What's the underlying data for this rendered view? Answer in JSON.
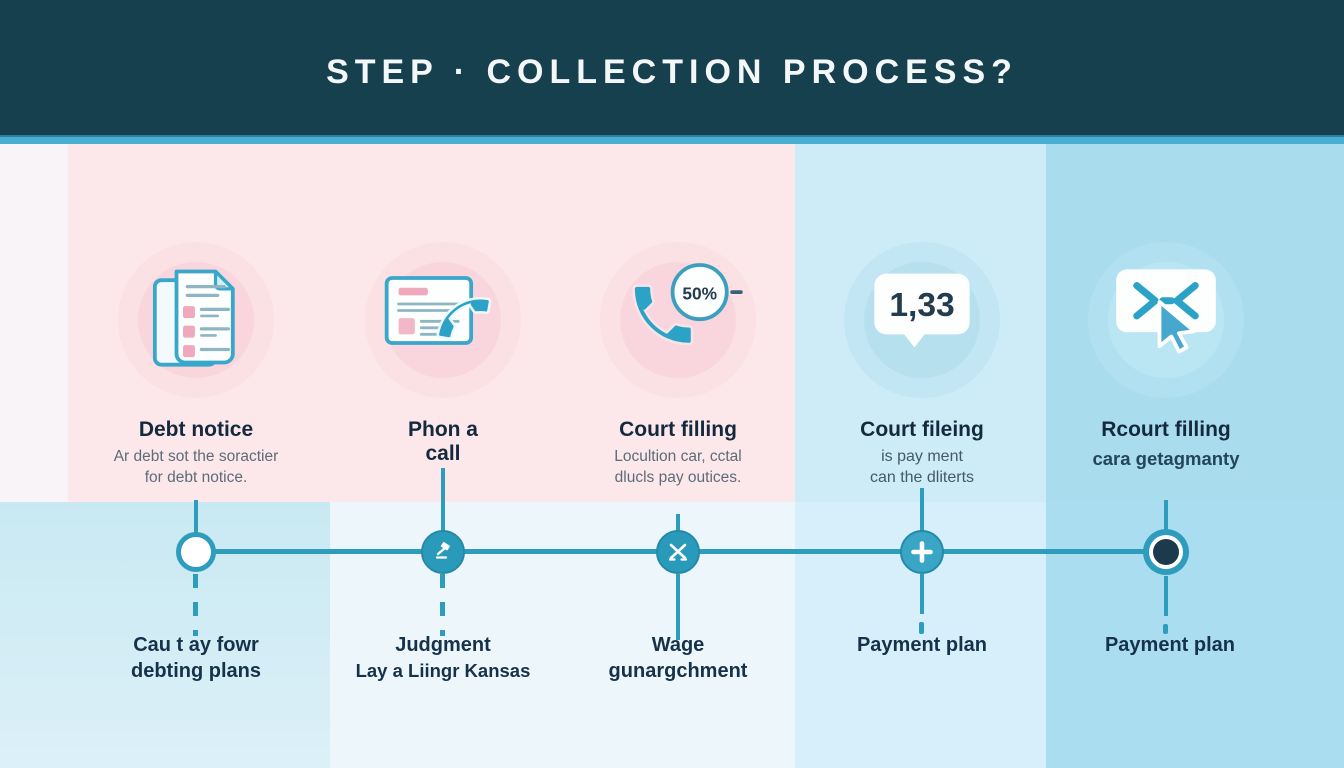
{
  "header": {
    "title": "STEP · COLLECTION PROCESS?"
  },
  "steps": [
    {
      "title_lines": [
        "Debt notice"
      ],
      "subtitle_lines": [
        "Ar debt sot the soractier",
        "for debt notice."
      ],
      "icon": "stacked-documents-icon"
    },
    {
      "title_lines": [
        "Phon a",
        "call"
      ],
      "subtitle_lines": [],
      "icon": "letter-with-phone-icon"
    },
    {
      "title_lines": [
        "Court filling"
      ],
      "subtitle_lines": [
        "Locultion car, cctal",
        "dlucls pay outices."
      ],
      "icon": "phone-with-badge-icon",
      "badge_value": "50%"
    },
    {
      "title_lines": [
        "Court fileing"
      ],
      "subtitle_lines": [
        "is pay ment",
        "can the dliterts"
      ],
      "icon": "speech-bubble-icon",
      "bubble_value": "1,33"
    },
    {
      "title_lines": [
        "Rcourt filling"
      ],
      "subtitle_lines": [
        "cara getagmanty"
      ],
      "icon": "envelope-cursor-icon"
    }
  ],
  "timeline": {
    "items": [
      {
        "label_lines": [
          "Cau t ay fowr",
          "debting plans"
        ],
        "node": "open-circle"
      },
      {
        "label_lines": [
          "Judgment",
          "Lay a Liingr Kansas"
        ],
        "node": "gavel"
      },
      {
        "label_lines": [
          "Wage",
          "gunargchment"
        ],
        "node": "crossed-swords"
      },
      {
        "label_lines": [
          "Payment plan"
        ],
        "node": "plus"
      },
      {
        "label_lines": [
          "Payment plan"
        ],
        "node": "filled-dot"
      }
    ]
  },
  "colors": {
    "header_bg": "#16404e",
    "accent_strip": "#49aed2",
    "timeline_teal": "#2e9dbd",
    "icon_teal": "#2ba2c6",
    "pink_panel": "#fce7ea",
    "pink_circle": "#f9d6de",
    "blue_band_light": "#cdecf7",
    "blue_band_medium": "#a9ddee",
    "navy_text": "#16324a",
    "gray_text": "#5c6c78",
    "pink_accent": "#f0a8bd"
  }
}
